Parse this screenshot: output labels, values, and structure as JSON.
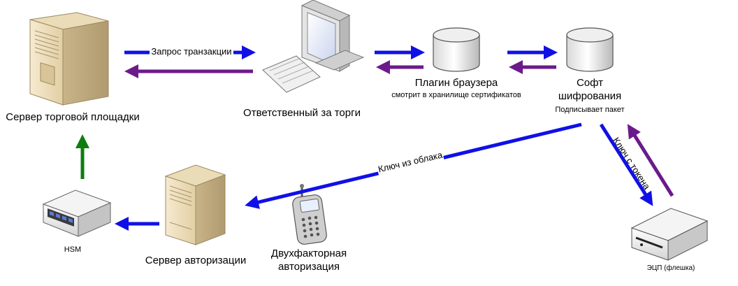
{
  "nodes": {
    "trade_server": {
      "label": "Сервер торговой площадки",
      "icon": "server-tower-icon"
    },
    "responsible": {
      "label": "Ответственный за торги",
      "icon": "workstation-icon"
    },
    "browser_plugin": {
      "label": "Плагин браузера",
      "sublabel": "смотрит в хранилище сертификатов",
      "icon": "database-cylinder-icon"
    },
    "crypto_soft": {
      "label_line1": "Софт",
      "label_line2": "шифрования",
      "sublabel": "Подписывает пакет",
      "icon": "database-cylinder-icon"
    },
    "hsm": {
      "label": "HSM",
      "icon": "hsm-appliance-icon"
    },
    "auth_server": {
      "label": "Сервер авторизации",
      "icon": "server-tower-icon"
    },
    "two_factor": {
      "label_line1": "Двухфакторная",
      "label_line2": "авторизация",
      "icon": "mobile-phone-icon"
    },
    "token": {
      "label": "ЭЦП (флешка)",
      "icon": "usb-token-icon"
    }
  },
  "edges": {
    "transaction_request": {
      "label": "Запрос транзакции"
    },
    "cloud_key": {
      "label": "Ключ из облака"
    },
    "token_key": {
      "label": "Ключ с токена"
    }
  },
  "colors": {
    "request_arrow": "#1010e6",
    "response_arrow": "#6b1a8c",
    "hsm_arrow": "#0d7d10"
  }
}
